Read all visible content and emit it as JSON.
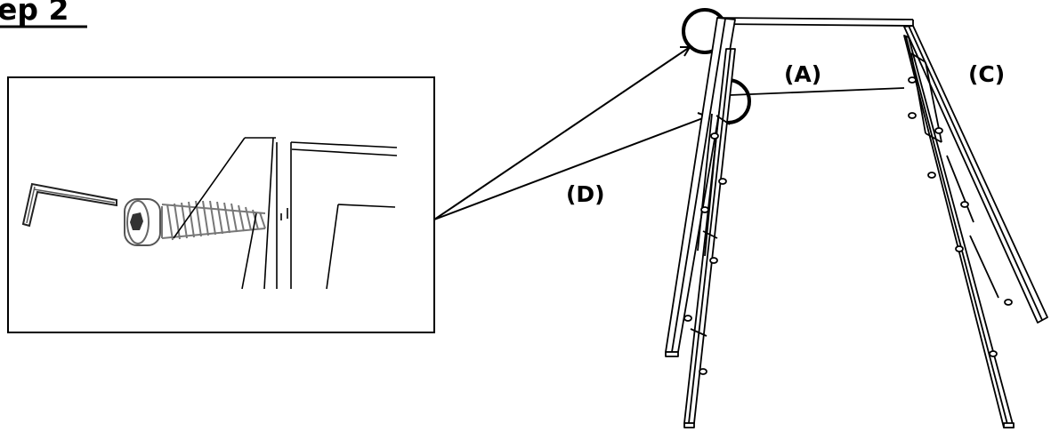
{
  "step_title": "ep 2",
  "labels": {
    "panel_a": "(A)",
    "panel_c": "(C)",
    "panel_d": "(D)"
  },
  "icons": {
    "allen_key": "allen-key-icon",
    "bolt": "hex-socket-bolt-icon"
  },
  "colors": {
    "line": "#000000",
    "background": "#ffffff"
  }
}
